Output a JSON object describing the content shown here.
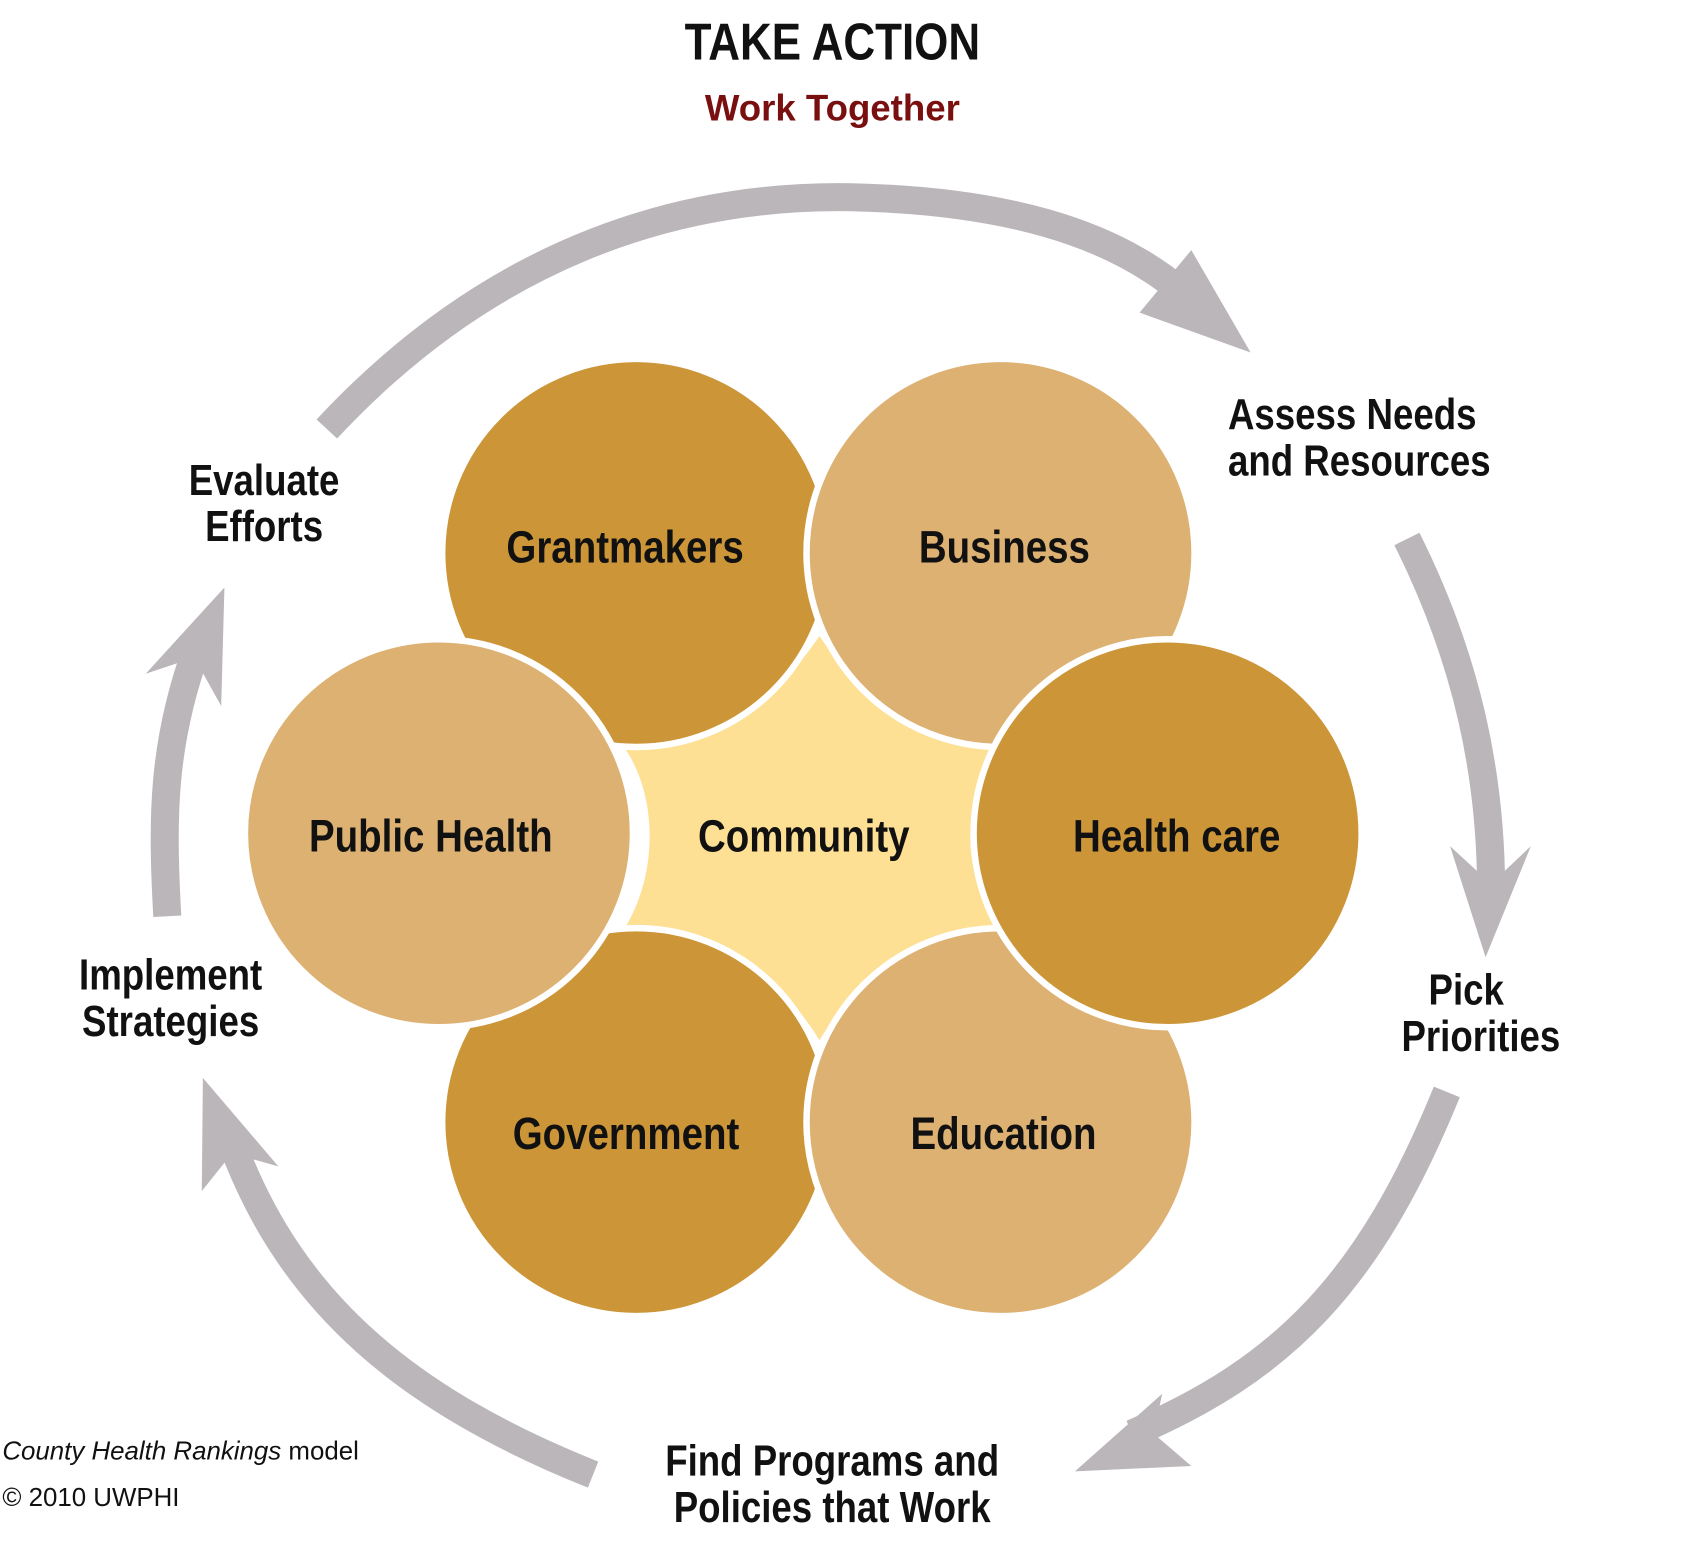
{
  "title": "TAKE ACTION",
  "subtitle": "Work Together",
  "colors": {
    "dark_circle": "#cc9638",
    "light_circle": "#dcb172",
    "center": "#fde093",
    "arrow": "#bab6ba",
    "subtitle": "#7a0f0f"
  },
  "center": "Community",
  "circles": [
    "Grantmakers",
    "Business",
    "Public Health",
    "Health care",
    "Government",
    "Education"
  ],
  "steps": {
    "assess": [
      "Assess Needs",
      "and Resources"
    ],
    "pick": [
      "Pick",
      "Priorities"
    ],
    "find": [
      "Find Programs and",
      "Policies that Work"
    ],
    "implement": [
      "Implement",
      "Strategies"
    ],
    "evaluate": [
      "Evaluate",
      "Efforts"
    ]
  },
  "footer": {
    "italic": "County Health Rankings",
    "rest": " model",
    "copyright": "© 2010 UWPHI"
  }
}
